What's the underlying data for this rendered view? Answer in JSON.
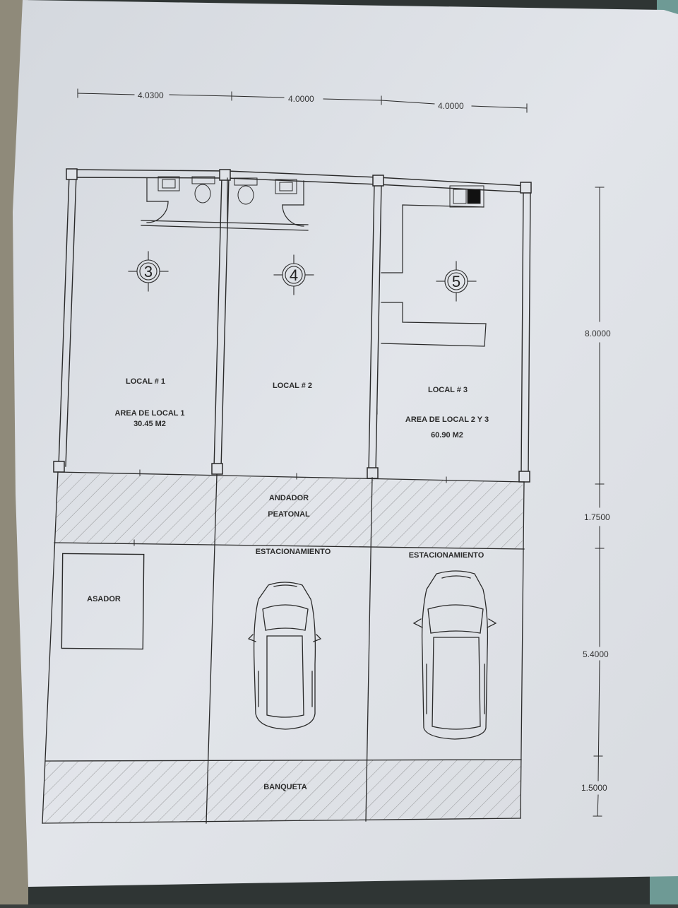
{
  "dimensions": {
    "top": [
      "4.0300",
      "4.0000",
      "4.0000"
    ],
    "right": [
      "8.0000",
      "1.7500",
      "5.4000",
      "1.5000"
    ]
  },
  "markers": [
    "3",
    "4",
    "5"
  ],
  "locals": {
    "local1_name": "LOCAL # 1",
    "local1_area_label": "AREA DE LOCAL 1",
    "local1_area_value": "30.45 M2",
    "local2_name": "LOCAL # 2",
    "local3_name": "LOCAL # 3",
    "local23_area_label": "AREA DE LOCAL 2 Y 3",
    "local23_area_value": "60.90 M2"
  },
  "zones": {
    "walkway_line1": "ANDADOR",
    "walkway_line2": "PEATONAL",
    "parking_a": "ESTACIONAMIENTO",
    "parking_b": "ESTACIONAMIENTO",
    "grill": "ASADOR",
    "sidewalk": "BANQUETA"
  },
  "colors": {
    "paper": "#dfe2e7",
    "line": "#2a2a2a",
    "background": "#3a3f3e"
  }
}
